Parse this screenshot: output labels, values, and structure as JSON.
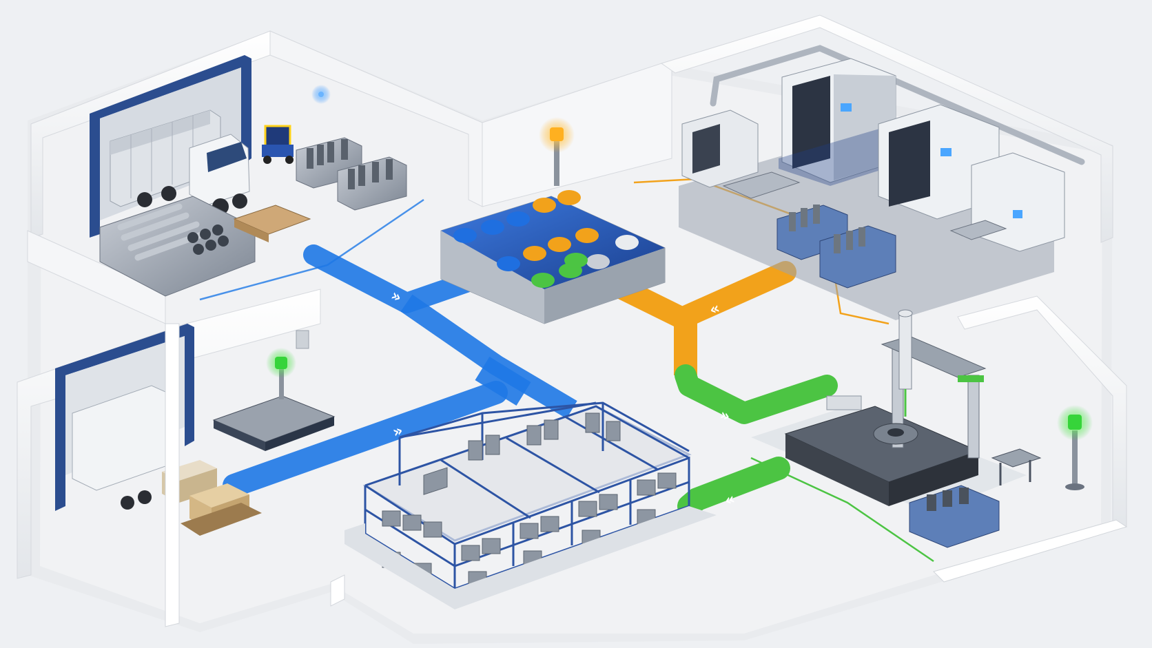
{
  "scene": {
    "zones": [
      {
        "id": "receiving",
        "icon": "delivery-truck-icon"
      },
      {
        "id": "raw-material-staging",
        "icon": "pipe-bundle-icon"
      },
      {
        "id": "kitting-station",
        "icon": "pallet-icon"
      },
      {
        "id": "cnc-machining-cell",
        "icon": "cnc-machine-icon"
      },
      {
        "id": "shipping-dock",
        "icon": "boxes-icon"
      },
      {
        "id": "storage-racks",
        "icon": "shelving-icon"
      },
      {
        "id": "inspection-cmm",
        "icon": "cmm-gantry-icon"
      }
    ],
    "flows": [
      {
        "id": "inbound-flow",
        "color": "#1e78e6",
        "arrow": "»"
      },
      {
        "id": "to-shipping-flow",
        "color": "#1e78e6",
        "arrow": "»"
      },
      {
        "id": "from-machining-flow",
        "color": "#f2a21b",
        "arrow": "«"
      },
      {
        "id": "to-inspection-flow",
        "color": "#4cc443",
        "arrow": "»"
      },
      {
        "id": "from-inspection-flow",
        "color": "#4cc443",
        "arrow": "«"
      }
    ],
    "status_lights": [
      {
        "id": "kitting-light",
        "color": "#ffb020"
      },
      {
        "id": "shipping-light",
        "color": "#36d43a"
      },
      {
        "id": "inspection-light",
        "color": "#36d43a"
      }
    ],
    "palette": {
      "floor": "#ecedf0",
      "wall": "#f7f8fa",
      "blue": "#1e78e6",
      "orange": "#f2a21b",
      "green": "#4cc443",
      "steel": "#8b95a3",
      "navy": "#24427e"
    }
  }
}
